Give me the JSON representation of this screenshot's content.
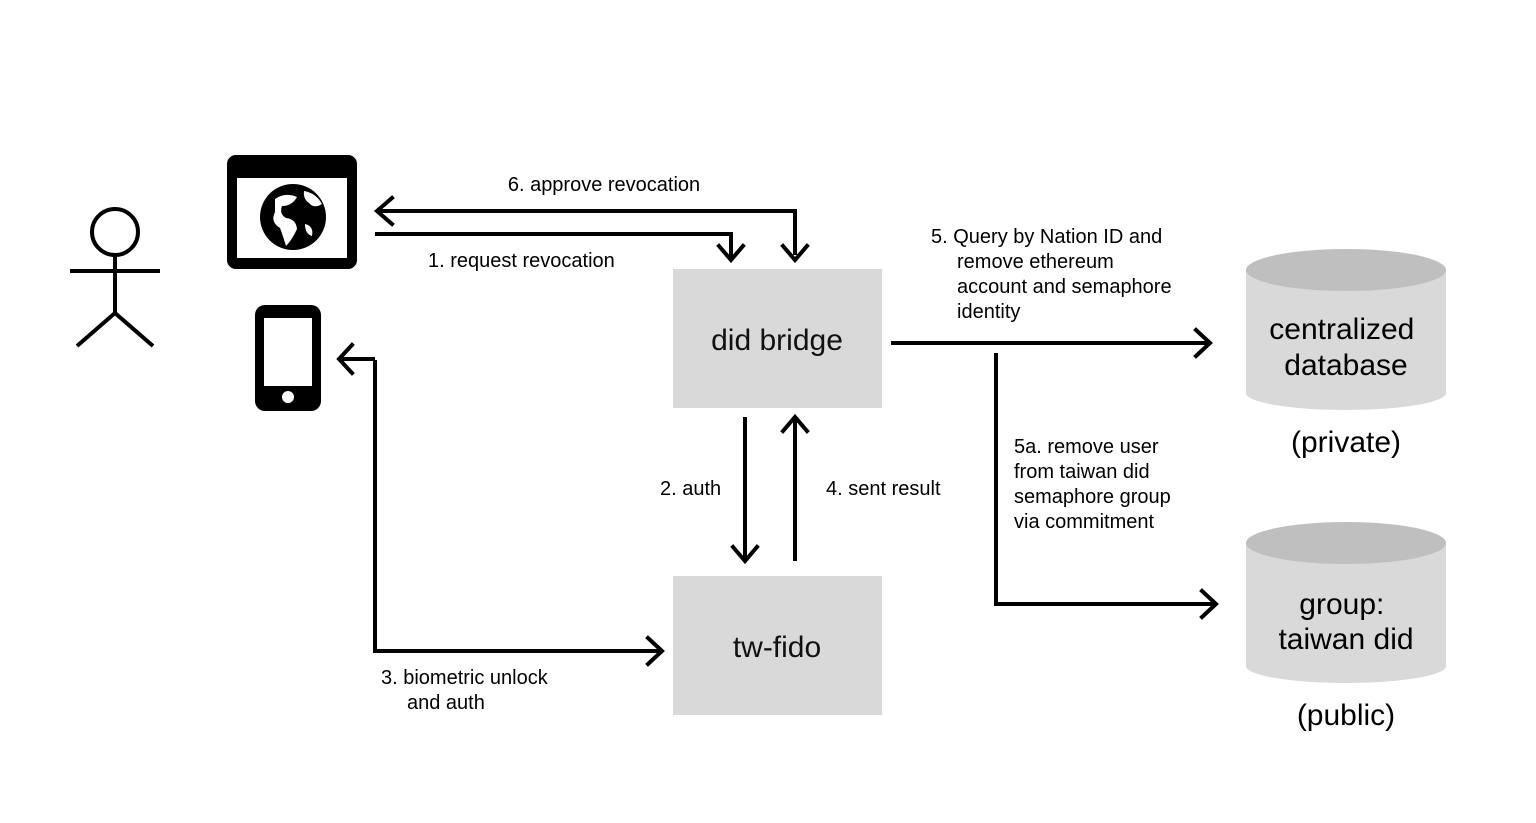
{
  "nodes": {
    "did_bridge": "did bridge",
    "tw_fido": "tw-fido",
    "centralized_db": [
      "centralized",
      "database"
    ],
    "centralized_db_note": "(private)",
    "group_db": [
      "group:",
      "taiwan did"
    ],
    "group_db_note": "(public)"
  },
  "edges": {
    "step1": "1. request revocation",
    "step2": "2. auth",
    "step3": [
      "3. biometric unlock",
      "and auth"
    ],
    "step4": "4. sent result",
    "step5": [
      "5. Query by Nation ID and",
      "remove ethereum",
      "account and semaphore",
      "identity"
    ],
    "step5a": [
      "5a. remove user",
      "from taiwan did",
      "semaphore group",
      "via commitment"
    ],
    "step6": "6. approve revocation"
  },
  "icons": {
    "user": "stick-figure-icon",
    "browser": "browser-globe-icon",
    "phone": "smartphone-icon"
  },
  "colors": {
    "box_fill": "#d9d9d9",
    "cylinder_top": "#bfbfbf",
    "stroke": "#000000"
  }
}
